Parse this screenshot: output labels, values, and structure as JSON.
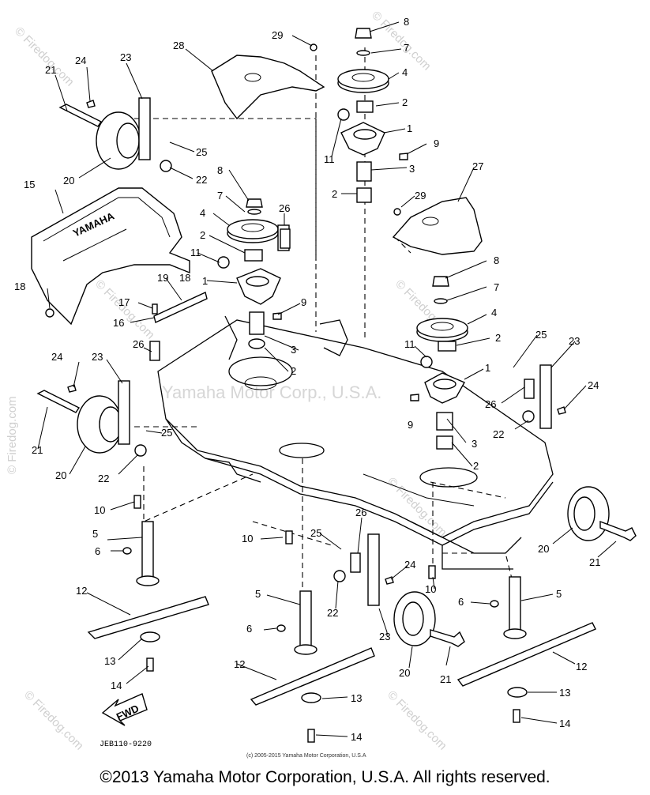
{
  "diagram": {
    "code": "JEB110-9220",
    "small_copyright": "(c) 2005-2015 Yamaha Motor Corporation, U.S.A",
    "watermark_center": "Yamaha Motor Corp., U.S.A.",
    "watermark_corner": "© Firedog.com",
    "fwd_label": "FWD",
    "brand_on_cover": "YAMAHA"
  },
  "footer": {
    "copyright": "©2013 Yamaha Motor Corporation, U.S.A. All rights reserved."
  },
  "callouts": [
    {
      "id": "c1",
      "text": "1"
    },
    {
      "id": "c2",
      "text": "1"
    },
    {
      "id": "c3",
      "text": "1"
    },
    {
      "id": "c4",
      "text": "2"
    },
    {
      "id": "c5",
      "text": "2"
    },
    {
      "id": "c6",
      "text": "2"
    },
    {
      "id": "c7",
      "text": "2"
    },
    {
      "id": "c8",
      "text": "2"
    },
    {
      "id": "c9",
      "text": "2"
    },
    {
      "id": "c10",
      "text": "3"
    },
    {
      "id": "c11",
      "text": "3"
    },
    {
      "id": "c12",
      "text": "3"
    },
    {
      "id": "c13",
      "text": "4"
    },
    {
      "id": "c14",
      "text": "4"
    },
    {
      "id": "c15",
      "text": "4"
    },
    {
      "id": "c16",
      "text": "5"
    },
    {
      "id": "c17",
      "text": "5"
    },
    {
      "id": "c18",
      "text": "5"
    },
    {
      "id": "c19",
      "text": "6"
    },
    {
      "id": "c20",
      "text": "6"
    },
    {
      "id": "c21",
      "text": "6"
    },
    {
      "id": "c22",
      "text": "7"
    },
    {
      "id": "c23",
      "text": "7"
    },
    {
      "id": "c24",
      "text": "7"
    },
    {
      "id": "c25",
      "text": "8"
    },
    {
      "id": "c26",
      "text": "8"
    },
    {
      "id": "c27",
      "text": "8"
    },
    {
      "id": "c28",
      "text": "9"
    },
    {
      "id": "c29",
      "text": "9"
    },
    {
      "id": "c30",
      "text": "9"
    },
    {
      "id": "c31",
      "text": "10"
    },
    {
      "id": "c32",
      "text": "10"
    },
    {
      "id": "c33",
      "text": "10"
    },
    {
      "id": "c34",
      "text": "11"
    },
    {
      "id": "c35",
      "text": "11"
    },
    {
      "id": "c36",
      "text": "11"
    },
    {
      "id": "c37",
      "text": "12"
    },
    {
      "id": "c38",
      "text": "12"
    },
    {
      "id": "c39",
      "text": "12"
    },
    {
      "id": "c40",
      "text": "13"
    },
    {
      "id": "c41",
      "text": "13"
    },
    {
      "id": "c42",
      "text": "13"
    },
    {
      "id": "c43",
      "text": "14"
    },
    {
      "id": "c44",
      "text": "14"
    },
    {
      "id": "c45",
      "text": "14"
    },
    {
      "id": "c46",
      "text": "15"
    },
    {
      "id": "c47",
      "text": "16"
    },
    {
      "id": "c48",
      "text": "17"
    },
    {
      "id": "c49",
      "text": "18"
    },
    {
      "id": "c50",
      "text": "18"
    },
    {
      "id": "c51",
      "text": "19"
    },
    {
      "id": "c52",
      "text": "20"
    },
    {
      "id": "c53",
      "text": "20"
    },
    {
      "id": "c54",
      "text": "20"
    },
    {
      "id": "c55",
      "text": "20"
    },
    {
      "id": "c56",
      "text": "21"
    },
    {
      "id": "c57",
      "text": "21"
    },
    {
      "id": "c58",
      "text": "21"
    },
    {
      "id": "c59",
      "text": "21"
    },
    {
      "id": "c60",
      "text": "22"
    },
    {
      "id": "c61",
      "text": "22"
    },
    {
      "id": "c62",
      "text": "22"
    },
    {
      "id": "c63",
      "text": "22"
    },
    {
      "id": "c64",
      "text": "23"
    },
    {
      "id": "c65",
      "text": "23"
    },
    {
      "id": "c66",
      "text": "23"
    },
    {
      "id": "c67",
      "text": "23"
    },
    {
      "id": "c68",
      "text": "24"
    },
    {
      "id": "c69",
      "text": "24"
    },
    {
      "id": "c70",
      "text": "24"
    },
    {
      "id": "c71",
      "text": "24"
    },
    {
      "id": "c72",
      "text": "25"
    },
    {
      "id": "c73",
      "text": "25"
    },
    {
      "id": "c74",
      "text": "25"
    },
    {
      "id": "c75",
      "text": "25"
    },
    {
      "id": "c76",
      "text": "26"
    },
    {
      "id": "c77",
      "text": "26"
    },
    {
      "id": "c78",
      "text": "26"
    },
    {
      "id": "c79",
      "text": "26"
    },
    {
      "id": "c80",
      "text": "27"
    },
    {
      "id": "c81",
      "text": "28"
    },
    {
      "id": "c82",
      "text": "29"
    },
    {
      "id": "c83",
      "text": "29"
    }
  ]
}
